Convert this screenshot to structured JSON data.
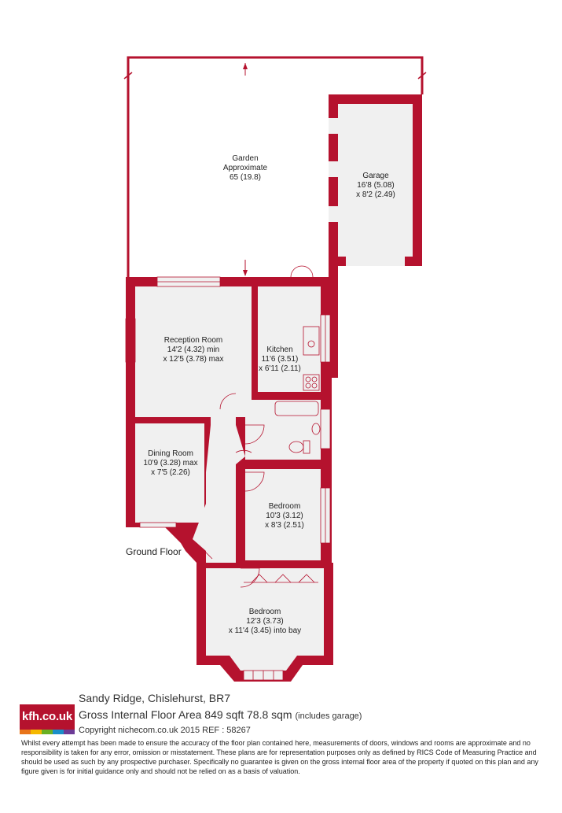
{
  "colors": {
    "wall": "#b5122e",
    "floor": "#f0f0f0",
    "text": "#222222"
  },
  "rooms": {
    "garden": {
      "name": "Garden",
      "line2": "Approximate",
      "dims": "65 (19.8)"
    },
    "garage": {
      "name": "Garage",
      "dims1": "16'8 (5.08)",
      "dims2": "x 8'2 (2.49)"
    },
    "reception": {
      "name": "Reception Room",
      "dims1": "14'2 (4.32) min",
      "dims2": "x 12'5 (3.78) max"
    },
    "kitchen": {
      "name": "Kitchen",
      "dims1": "11'6 (3.51)",
      "dims2": "x 6'11 (2.11)"
    },
    "dining": {
      "name": "Dining Room",
      "dims1": "10'9 (3.28) max",
      "dims2": "x 7'5 (2.26)"
    },
    "bedroom1": {
      "name": "Bedroom",
      "dims1": "10'3 (3.12)",
      "dims2": "x 8'3 (2.51)"
    },
    "bedroom2": {
      "name": "Bedroom",
      "dims1": "12'3 (3.73)",
      "dims2": "x 11'4 (3.45) into bay"
    }
  },
  "floor_label": "Ground Floor",
  "footer": {
    "logo": "kfh.co.uk",
    "logo_colors": [
      "#e8741a",
      "#f5b800",
      "#6ab023",
      "#1a8fc9",
      "#6c3b96"
    ],
    "address": "Sandy Ridge, Chislehurst, BR7",
    "area_main": "Gross Internal Floor Area 849 sqft 78.8 sqm",
    "area_note": "(includes garage)",
    "copyright": "Copyright nichecom.co.uk 2015 REF : 58267",
    "disclaimer": "Whilst every attempt has been made to ensure the accuracy of the floor plan contained here, measurements of doors, windows and rooms are approximate and no responsibility is taken for any error, omission or misstatement. These plans are for representation purposes only as defined by RICS Code of Measuring Practice and should be used as such by any prospective purchaser. Specifically no guarantee is given on the gross internal floor area of the property if quoted on this plan and any figure given is for initial guidance only and should not be relied on as a basis of valuation."
  }
}
